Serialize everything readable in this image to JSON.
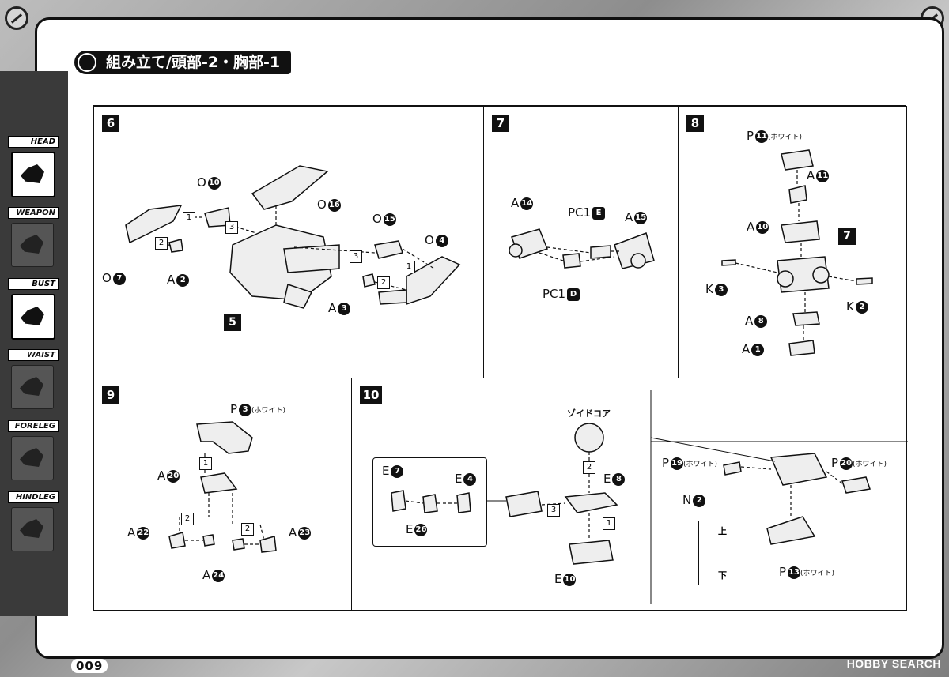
{
  "title": "組み立て/頭部-2・胸部-1",
  "sidebar": {
    "tabs": [
      {
        "label": "HEAD",
        "active": true
      },
      {
        "label": "WEAPON",
        "active": false
      },
      {
        "label": "BUST",
        "active": true
      },
      {
        "label": "WAIST",
        "active": false
      },
      {
        "label": "FORELEG",
        "active": false
      },
      {
        "label": "HINDLEG",
        "active": false
      }
    ]
  },
  "steps": {
    "s6": {
      "num": "6",
      "parts": [
        "O",
        "O",
        "A",
        "A",
        "O",
        "O"
      ],
      "part_nums": [
        "10",
        "7",
        "2",
        "3",
        "15",
        "4"
      ],
      "top_part": "O",
      "top_num": "16",
      "sub_num": "5",
      "seq": [
        "1",
        "2",
        "3",
        "3",
        "1",
        "2"
      ]
    },
    "s7": {
      "num": "7",
      "parts": [
        "A",
        "PC1",
        "A",
        "PC1"
      ],
      "part_nums": [
        "14",
        "E",
        "15",
        "D"
      ]
    },
    "s8": {
      "num": "8",
      "parts": [
        "P",
        "A",
        "A",
        "K",
        "K",
        "A",
        "A"
      ],
      "part_nums": [
        "11",
        "11",
        "10",
        "3",
        "2",
        "8",
        "1"
      ],
      "white_note": "(ホワイト)",
      "sub_num": "7"
    },
    "s9": {
      "num": "9",
      "parts": [
        "P",
        "A",
        "A",
        "A",
        "A"
      ],
      "part_nums": [
        "3",
        "20",
        "22",
        "23",
        "24"
      ],
      "white_note": "(ホワイト)",
      "seq": [
        "1",
        "2",
        "2"
      ]
    },
    "s10": {
      "num": "10",
      "parts": [
        "E",
        "E",
        "E",
        "E",
        "E"
      ],
      "part_nums": [
        "7",
        "4",
        "26",
        "8",
        "10"
      ],
      "core_label": "ゾイドコア",
      "seq": [
        "2",
        "1",
        "3"
      ],
      "detail_parts": [
        "P",
        "P",
        "N",
        "P"
      ],
      "detail_nums": [
        "19",
        "20",
        "2",
        "13"
      ],
      "white_note": "(ホワイト)",
      "orient_top": "上",
      "orient_bottom": "下"
    }
  },
  "footer": {
    "page": "009",
    "brand": "HOBBY SEARCH"
  }
}
